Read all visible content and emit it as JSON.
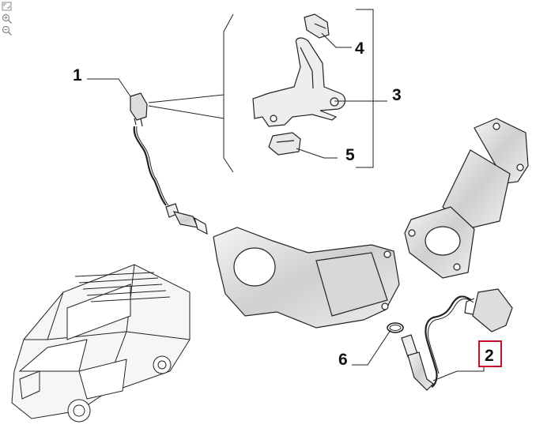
{
  "callouts": [
    {
      "id": "1",
      "label": "1"
    },
    {
      "id": "2",
      "label": "2"
    },
    {
      "id": "3",
      "label": "3"
    },
    {
      "id": "4",
      "label": "4"
    },
    {
      "id": "5",
      "label": "5"
    },
    {
      "id": "6",
      "label": "6"
    }
  ],
  "highlighted_callout": "2",
  "colors": {
    "line": "#222222",
    "part_fill": "#e6e6e6",
    "highlight": "#c8102e",
    "text": "#111111"
  },
  "tools": [
    {
      "name": "fullscreen-icon"
    },
    {
      "name": "zoom-in-icon"
    },
    {
      "name": "zoom-out-icon"
    }
  ]
}
